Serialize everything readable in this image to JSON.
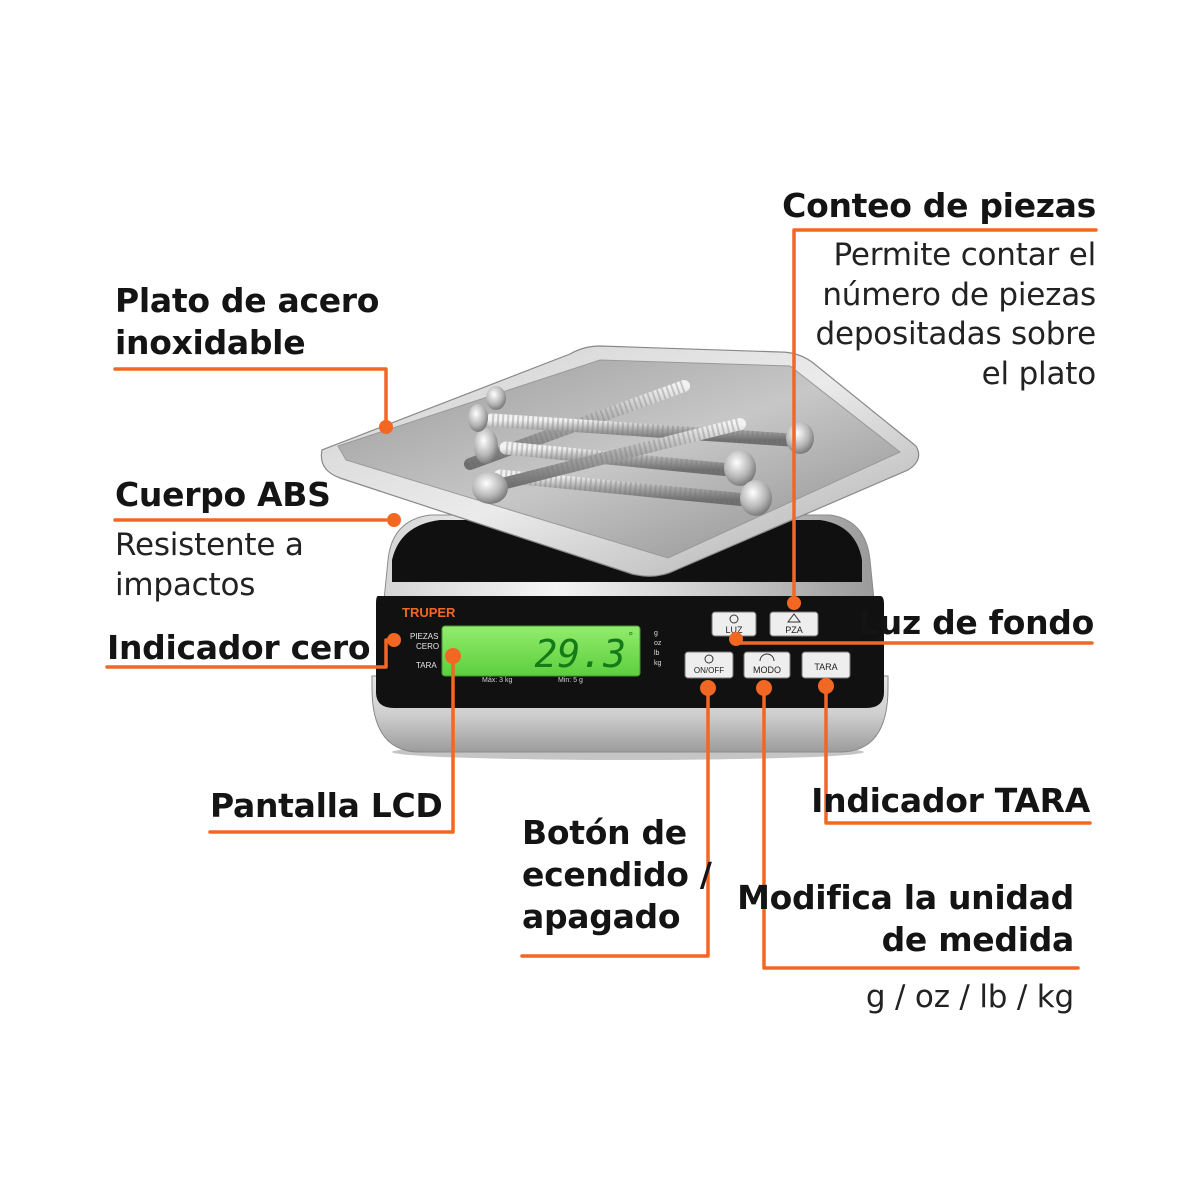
{
  "colors": {
    "accent": "#f26722",
    "text": "#1a1a1a",
    "lcd": "#7de05a",
    "lcd_digits": "#157a18",
    "panel": "#111111"
  },
  "scale": {
    "brand": "TRUPER",
    "lcd_reading": "29.3",
    "lcd_degree": "°",
    "indicators": [
      "PIEZAS",
      "CERO",
      "TARA"
    ],
    "units": [
      "g",
      "oz",
      "lb",
      "kg"
    ],
    "max_label": "Máx: 3 kg",
    "min_label": "Min: 5 g",
    "buttons": {
      "luz": "LUZ",
      "pza": "PZA",
      "onoff": "ON/OFF",
      "modo": "MODO",
      "tara": "TARA"
    }
  },
  "callouts": {
    "plato": {
      "lines": [
        "Plato de acero",
        "inoxidable"
      ]
    },
    "cuerpo": {
      "title": "Cuerpo ABS",
      "desc": [
        "Resistente a",
        "impactos"
      ]
    },
    "cero": {
      "title": "Indicador cero"
    },
    "lcd": {
      "title": "Pantalla LCD"
    },
    "boton": {
      "lines": [
        "Botón de",
        "ecendido /",
        "apagado"
      ]
    },
    "conteo": {
      "title": "Conteo de piezas",
      "desc": [
        "Permite contar el",
        "número de piezas",
        "depositadas sobre",
        "el plato"
      ]
    },
    "luz": {
      "title": "Luz de fondo"
    },
    "tara": {
      "title": "Indicador TARA"
    },
    "modifica": {
      "lines": [
        "Modifica la unidad",
        "de medida"
      ],
      "desc": "g / oz / lb / kg"
    }
  }
}
